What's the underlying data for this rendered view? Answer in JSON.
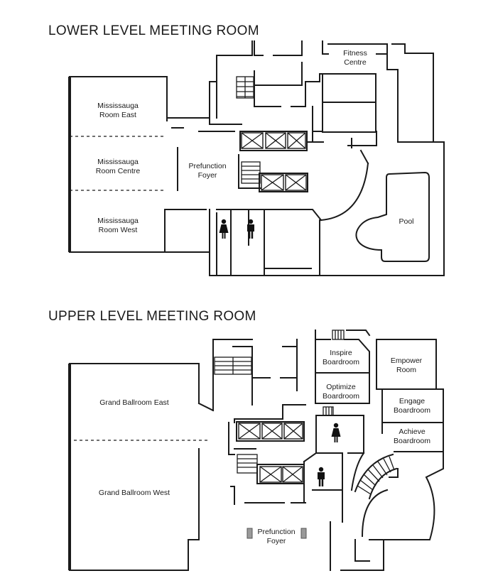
{
  "lower": {
    "title": "LOWER LEVEL MEETING ROOM",
    "rooms": {
      "east": [
        "Mississauga",
        "Room East"
      ],
      "centre": [
        "Mississauga",
        "Room Centre"
      ],
      "west": [
        "Mississauga",
        "Room West"
      ],
      "foyer": [
        "Prefunction",
        "Foyer"
      ],
      "fitness": [
        "Fitness",
        "Centre"
      ],
      "pool": [
        "Pool"
      ]
    }
  },
  "upper": {
    "title": "UPPER LEVEL MEETING ROOM",
    "rooms": {
      "ballroom_east": [
        "Grand Ballroom East"
      ],
      "ballroom_west": [
        "Grand Ballroom West"
      ],
      "inspire": [
        "Inspire",
        "Boardroom"
      ],
      "optimize": [
        "Optimize",
        "Boardroom"
      ],
      "empower": [
        "Empower",
        "Room"
      ],
      "engage": [
        "Engage",
        "Boardroom"
      ],
      "achieve": [
        "Achieve",
        "Boardroom"
      ],
      "foyer": [
        "Prefunction",
        "Foyer"
      ]
    }
  },
  "icons": {
    "women": "restroom-women-icon",
    "men": "restroom-men-icon",
    "elevator": "elevator-icon",
    "stairs": "stairs-icon",
    "bin": "waste-bin-icon"
  },
  "colors": {
    "line": "#1a1a1a",
    "icon": "#111111",
    "bin": "#9a9a9a"
  }
}
